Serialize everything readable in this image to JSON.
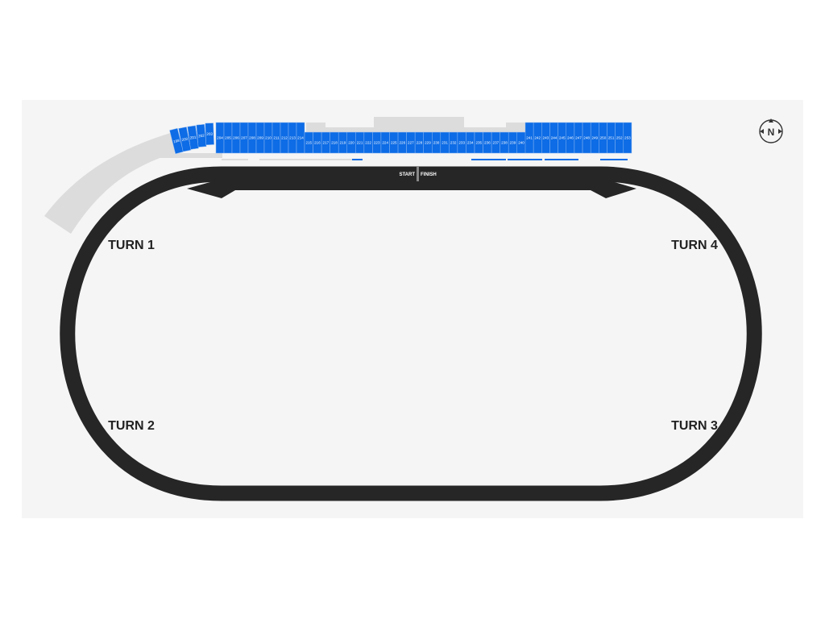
{
  "colors": {
    "background": "#f5f5f5",
    "track": "#262626",
    "section": "#0d6ce6",
    "section_border": "#8fb8f0",
    "structure": "#dcdcdc"
  },
  "turns": {
    "turn1": "TURN 1",
    "turn2": "TURN 2",
    "turn3": "TURN 3",
    "turn4": "TURN 4"
  },
  "start_finish": {
    "start": "START",
    "finish": "FINISH"
  },
  "compass": {
    "label": "N",
    "icon": "compass-north-icon"
  },
  "curved_sections": [
    "198",
    "200",
    "201",
    "202",
    "203"
  ],
  "upper_sections": [
    "204",
    "205",
    "206",
    "207",
    "208",
    "209",
    "210",
    "211",
    "212",
    "213",
    "214"
  ],
  "lower_sections": [
    "215",
    "216",
    "217",
    "218",
    "219",
    "220",
    "221",
    "222",
    "223",
    "224",
    "225",
    "226",
    "227",
    "228",
    "229",
    "230",
    "231",
    "232",
    "233",
    "234",
    "235",
    "236",
    "237",
    "238",
    "239",
    "240"
  ],
  "right_sections": [
    "241",
    "242",
    "243",
    "244",
    "245",
    "246",
    "247",
    "248",
    "249",
    "250",
    "251",
    "252",
    "253"
  ]
}
